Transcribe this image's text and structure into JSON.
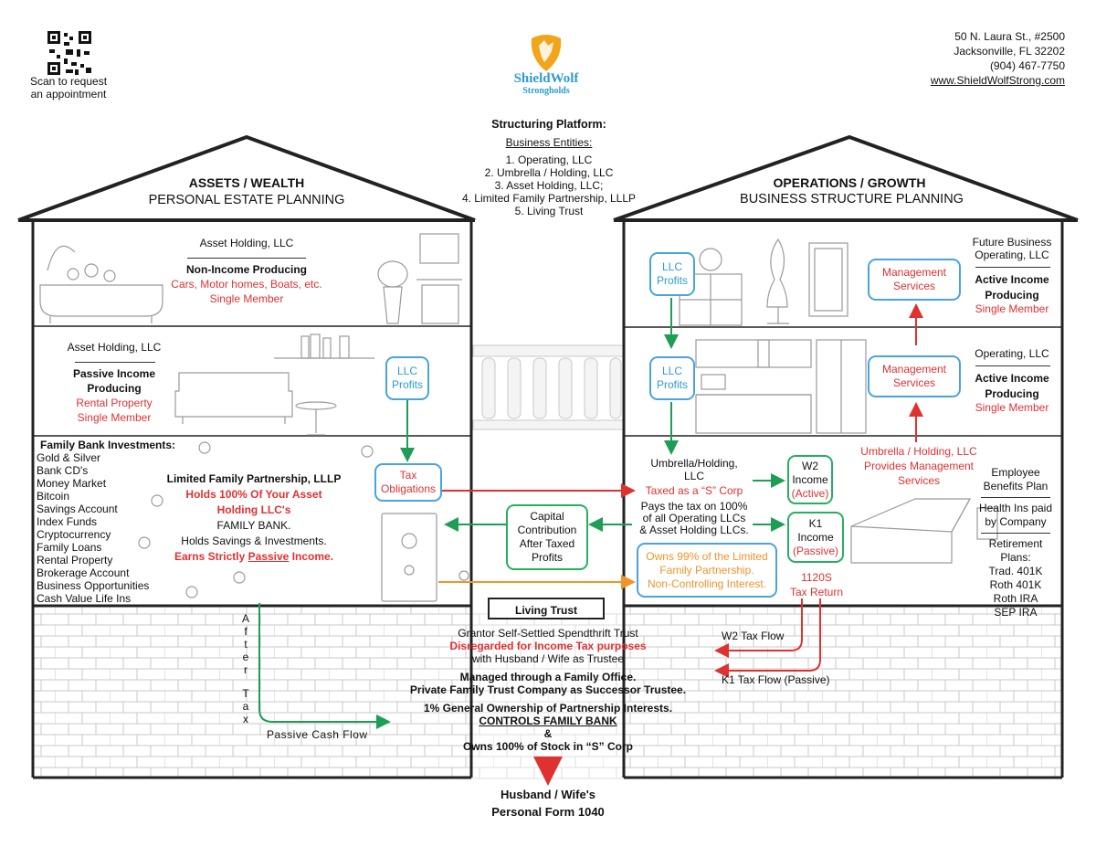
{
  "header": {
    "qr_caption": [
      "Scan to request",
      "an appointment"
    ],
    "logo_name": "ShieldWolf",
    "logo_sub": "Strongholds",
    "address": [
      "50 N. Laura St., #2500",
      "Jacksonville, FL 32202",
      "(904) 467-7750"
    ],
    "website": "www.ShieldWolfStrong.com"
  },
  "platform": {
    "title": "Structuring Platform:",
    "subtitle": "Business Entities:",
    "items": [
      "1. Operating, LLC",
      "2. Umbrella / Holding, LLC",
      "3. Asset Holding, LLC;",
      "4. Limited Family Partnership, LLLP",
      "5. Living Trust"
    ]
  },
  "left_house": {
    "title": "ASSETS / WEALTH",
    "subtitle": "PERSONAL ESTATE PLANNING",
    "top": {
      "entity": "Asset Holding, LLC",
      "type": "Non-Income Producing",
      "detail": "Cars, Motor homes, Boats, etc.",
      "member": "Single Member"
    },
    "middle": {
      "entity": "Asset Holding, LLC",
      "type1": "Passive Income",
      "type2": "Producing",
      "detail": "Rental Property",
      "member": "Single Member",
      "profits1": "LLC",
      "profits2": "Profits"
    },
    "bank": {
      "heading": "Family Bank Investments:",
      "items": [
        "Gold & Silver",
        "Bank CD's",
        "Money Market",
        "Bitcoin",
        "Savings Account",
        "Index Funds",
        "Cryptocurrency",
        "Family Loans",
        "Rental Property",
        "Brokerage Account",
        "Business Opportunities",
        "Cash Value Life Ins"
      ]
    },
    "lflp": {
      "title": "Limited Family Partnership, LLLP",
      "holds1": "Holds 100% Of Your Asset",
      "holds2": "Holding LLC's",
      "bank": "FAMILY BANK.",
      "savings": "Holds Savings & Investments.",
      "earns_pre": "Earns Strictly ",
      "earns_mid": "Passive",
      "earns_post": " Income."
    },
    "tax_box": [
      "Tax",
      "Obligations"
    ],
    "after_tax": [
      "A",
      "f",
      "t",
      "e",
      "r",
      "T",
      "a",
      "x"
    ],
    "passive_flow": "Passive Cash Flow"
  },
  "center": {
    "capital": [
      "Capital",
      "Contribution",
      "After Taxed",
      "Profits"
    ],
    "trust_title": "Living Trust",
    "trust_lines": {
      "l1": "Grantor Self-Settled Spendthrift Trust",
      "l2": "Disregarded for Income Tax purposes",
      "l3": "with Husband / Wife as Trustee",
      "l4": "Managed through a Family Office.",
      "l5": "Private Family Trust Company as Successor Trustee.",
      "l6": "1% General Ownership of Partnership Interests.",
      "l7": "CONTROLS FAMILY BANK",
      "l8": "&",
      "l9": "Owns 100% of Stock in “S” Corp"
    },
    "final1": "Husband / Wife's",
    "final2": "Personal Form 1040"
  },
  "right_house": {
    "title": "OPERATIONS / GROWTH",
    "subtitle": "BUSINESS STRUCTURE PLANNING",
    "top": {
      "profits1": "LLC",
      "profits2": "Profits",
      "mgmt1": "Management",
      "mgmt2": "Services",
      "entity1": "Future Business",
      "entity2": "Operating, LLC",
      "type1": "Active Income",
      "type2": "Producing",
      "member": "Single Member"
    },
    "middle": {
      "profits1": "LLC",
      "profits2": "Profits",
      "mgmt1": "Management",
      "mgmt2": "Services",
      "entity": "Operating, LLC",
      "type1": "Active Income",
      "type2": "Producing",
      "member": "Single Member"
    },
    "bottom": {
      "umbrella1": "Umbrella/Holding,",
      "umbrella2": "LLC",
      "taxed": "Taxed as a “S” Corp",
      "pays1": "Pays the tax on 100%",
      "pays2": "of all Operating LLCs",
      "pays3": "& Asset Holding LLCs.",
      "w2": [
        "W2",
        "Income",
        "(Active)"
      ],
      "k1": [
        "K1",
        "Income",
        "(Passive)"
      ],
      "provides": [
        "Umbrella / Holding, LLC",
        "Provides Management",
        "Services"
      ],
      "owns": [
        "Owns 99% of the Limited",
        "Family Partnership.",
        "Non-Controlling Interest."
      ],
      "form1": "1120S",
      "form2": "Tax Return",
      "benefits1": "Employee",
      "benefits2": "Benefits Plan",
      "health1": "Health Ins paid",
      "health2": "by Company",
      "retire_title": "Retirement Plans:",
      "retire": [
        "Trad. 401K",
        "Roth 401K",
        "Roth IRA",
        "SEP IRA"
      ]
    },
    "w2_flow": "W2 Tax Flow",
    "k1_flow": "K1 Tax Flow (Passive)"
  },
  "colors": {
    "red": "#e03131",
    "green": "#1e9e55",
    "blue": "#4aa3df",
    "orange": "#f0932b",
    "logo": "#f2a51b"
  }
}
